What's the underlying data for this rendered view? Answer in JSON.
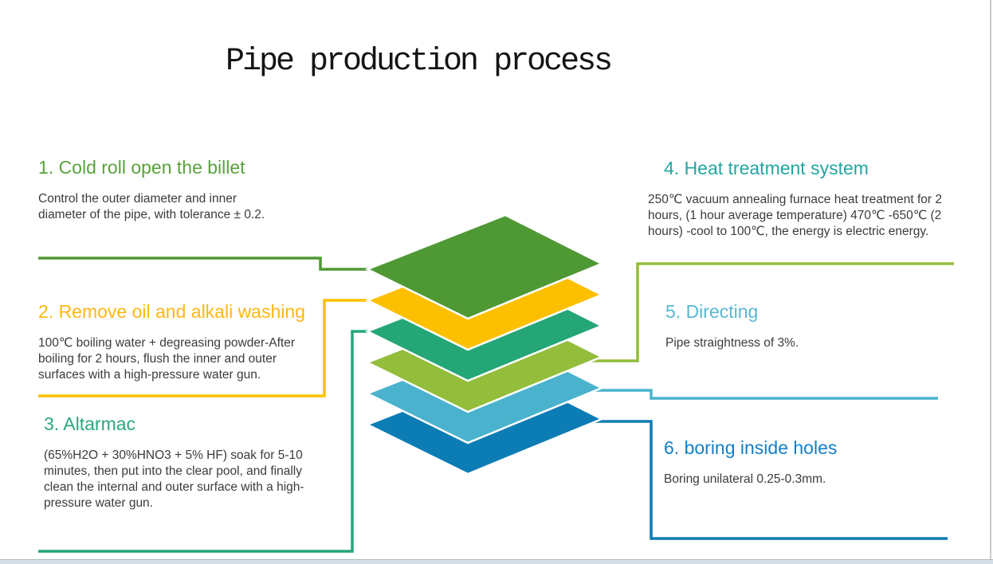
{
  "title": "Pipe production process",
  "sections": [
    {
      "heading": "1. Cold roll open the billet",
      "body": "Control the outer diameter and inner\ndiameter of the pipe, with tolerance ± 0.2.",
      "color": "#59a23c"
    },
    {
      "heading": "2. Remove oil and alkali washing",
      "body": "100℃ boiling water + degreasing powder-After\nboiling for 2 hours, flush the inner and outer\nsurfaces with a high-pressure water gun.",
      "color": "#fdb714"
    },
    {
      "heading": "3. Altarmac",
      "body": "(65%H2O + 30%HNO3 + 5% HF) soak for 5-10\nminutes, then put into the clear pool, and finally\nclean the internal and outer surface with a high-\npressure water gun.",
      "color": "#2aa87c"
    },
    {
      "heading": "4. Heat treatment system",
      "body": "250℃ vacuum annealing furnace heat treatment for 2\nhours, (1 hour average temperature) 470℃ -650℃ (2\nhours) -cool to 100℃, the energy is electric energy.",
      "color": "#23a6a1"
    },
    {
      "heading": "5. Directing",
      "body": "Pipe straightness of 3%.",
      "color": "#5bb7d3"
    },
    {
      "heading": "6. boring inside holes",
      "body": "Boring unilateral 0.25-0.3mm.",
      "color": "#1480c4"
    }
  ],
  "layers": [
    {
      "name": "cold-roll-layer",
      "color": "#4f9935"
    },
    {
      "name": "remove-oil-layer",
      "color": "#fdc000"
    },
    {
      "name": "altarmac-layer",
      "color": "#25a677"
    },
    {
      "name": "heat-treatment-layer",
      "color": "#93bd3b"
    },
    {
      "name": "directing-layer",
      "color": "#4ab2cd"
    },
    {
      "name": "boring-layer",
      "color": "#0c7cb5"
    }
  ],
  "connectors": [
    {
      "name": "cold-roll-connector",
      "color": "#4f9935"
    },
    {
      "name": "remove-oil-connector",
      "color": "#fdc000"
    },
    {
      "name": "altarmac-connector",
      "color": "#25a677"
    },
    {
      "name": "heat-treatment-connector",
      "color": "#93bd3b"
    },
    {
      "name": "directing-connector",
      "color": "#4ab2cd"
    },
    {
      "name": "boring-connector",
      "color": "#0c7cb5"
    }
  ]
}
